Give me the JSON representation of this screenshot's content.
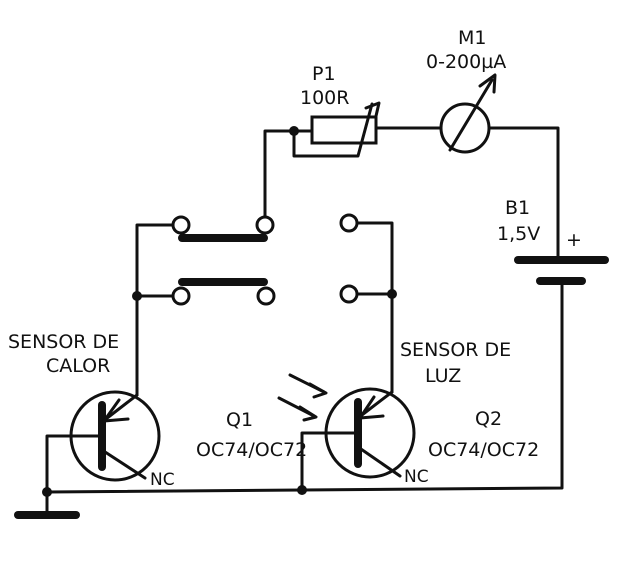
{
  "components": {
    "p1": {
      "ref": "P1",
      "value": "100R"
    },
    "m1": {
      "ref": "M1",
      "value": "0-200µA"
    },
    "b1": {
      "ref": "B1",
      "value": "1,5V",
      "polarity": "+"
    },
    "q1": {
      "ref": "Q1",
      "type": "OC74/OC72",
      "nc": "NC"
    },
    "q2": {
      "ref": "Q2",
      "type": "OC74/OC72",
      "nc": "NC"
    }
  },
  "sensors": {
    "heat": {
      "line1": "SENSOR DE",
      "line2": "CALOR"
    },
    "light": {
      "line1": "SENSOR DE",
      "line2": "LUZ"
    }
  }
}
